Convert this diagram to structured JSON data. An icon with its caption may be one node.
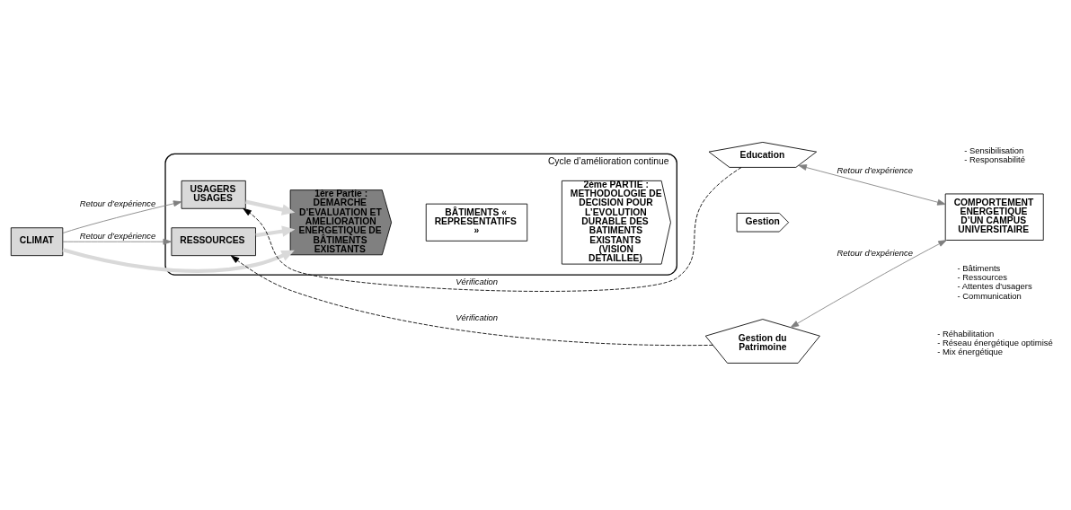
{
  "diagram": {
    "nodes": [
      {
        "text": [
          "CLIMAT"
        ]
      },
      {
        "text": [
          "Cycle d’amélioration continue"
        ]
      },
      {
        "text": [
          "USAGERS USAGES"
        ],
        "in": 1
      },
      {
        "text": [
          "1ère Partie : DEMARCHE D’EVALUATION ET AMELIORATION ENERGETIQUE DE BÂTIMENTS EXISTANTS"
        ],
        "in": 1
      },
      {
        "text": [
          "RESSOURCES"
        ],
        "in": 1
      },
      {
        "text": [
          "BÂTIMENTS « REPRESENTATIFS »"
        ],
        "in": 1
      },
      {
        "text": [
          "2ème PARTIE : METHODOLOGIE DE DECISION POUR L’EVOLUTION DURABLE DES BATIMENTS EXISTANTS (VISION DETAILLEE)"
        ],
        "in": 1
      },
      {
        "text": [
          "Education"
        ],
        "beside": [
          "- Sensibilisation",
          "- Responsabilité"
        ]
      },
      {
        "text": [
          "Gestion"
        ],
        "beside": [
          "- Bâtiments",
          "- Ressources",
          "- Attentes d'usagers",
          "- Communication"
        ]
      },
      {
        "text": [
          "Gestion du Patrimoine"
        ],
        "beside": [
          "- Réhabilitation",
          "- Réseau énergétique optimisé",
          "- Mix énergétique"
        ]
      },
      {
        "text": [
          "COMPORTEMENT ENERGETIQUE D’UN CAMPUS UNIVERSITAIRE"
        ]
      }
    ],
    "edges": [
      {
        "from": 0,
        "to": 2,
        "arrow": "to",
        "label": "Retour d’expérience"
      },
      {
        "from": 0,
        "to": 4,
        "arrow": "to",
        "label": "Retour d’expérience"
      },
      {
        "from": 0,
        "to": 3,
        "arrow": "to",
        "style": "thick",
        "color": "#d9d9d9"
      },
      {
        "from": 2,
        "to": 3,
        "arrow": "to",
        "style": "thick",
        "color": "#d9d9d9"
      },
      {
        "from": 4,
        "to": 3,
        "arrow": "to",
        "style": "thick",
        "color": "#d9d9d9"
      },
      {
        "from": 7,
        "to": 2,
        "arrow": "to",
        "style": "dashed",
        "color": "#000000",
        "label": "Vérification"
      },
      {
        "from": 9,
        "to": 4,
        "arrow": "to",
        "style": "dashed",
        "color": "#000000",
        "label": "Vérification"
      },
      {
        "from": 10,
        "to": 7,
        "arrow": "both",
        "label": "Retour d’expérience"
      },
      {
        "from": 10,
        "to": 9,
        "arrow": "both",
        "label": "Retour d’expérience"
      }
    ]
  }
}
